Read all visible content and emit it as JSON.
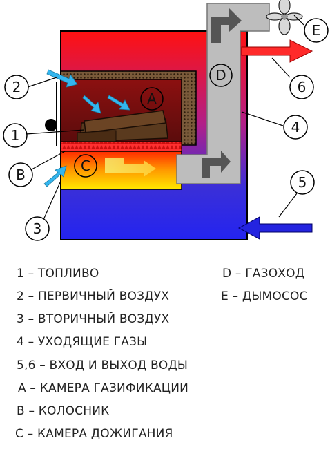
{
  "callouts": {
    "c1": "1",
    "c2": "2",
    "c3": "3",
    "c4": "4",
    "c5": "5",
    "c6": "6",
    "cA": "A",
    "cB": "B",
    "cC": "C",
    "cD": "D",
    "cE": "E"
  },
  "legend_left": [
    "1 – ТОПЛИВО",
    "2 – ПЕРВИЧНЫЙ ВОЗДУХ",
    "3 – ВТОРИЧНЫЙ ВОЗДУХ",
    "4 – УХОДЯЩИЕ ГАЗЫ",
    "5,6 – ВХОД И ВЫХОД ВОДЫ",
    "A – КАМЕРА ГАЗИФИКАЦИИ",
    "B – КОЛОСНИК",
    "C – КАМЕРА ДОЖИГАНИЯ"
  ],
  "legend_right": [
    "D – ГАЗОХОД",
    "E – ДЫМОСОС"
  ],
  "colors": {
    "water_hot": "#ff1a1a",
    "water_cold": "#2222ee",
    "flue": "#bdbdbd",
    "chamber": "#7a1010",
    "air_arrow": "#33b5ee"
  }
}
